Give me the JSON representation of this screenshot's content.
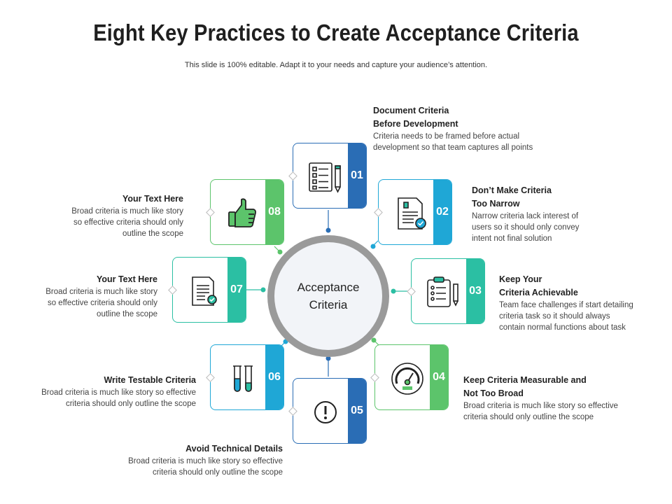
{
  "title": "Eight Key Practices to Create Acceptance Criteria",
  "subtitle": "This slide is 100% editable. Adapt it to your needs and capture your audience’s attention.",
  "center": {
    "line1": "Acceptance",
    "line2": "Criteria"
  },
  "colors": {
    "dark_blue": "#2a6db5",
    "light_blue": "#1fa7d6",
    "teal": "#2bbfa3",
    "green": "#5cc46b"
  },
  "items": [
    {
      "number": "01",
      "heading1": "Document Criteria",
      "heading2": "Before Development",
      "body1": "Criteria needs to be framed before actual",
      "body2": "development so that team captures all points",
      "body3": "",
      "icon": "checklist-document-icon"
    },
    {
      "number": "02",
      "heading1": "Don’t Make Criteria",
      "heading2": "Too Narrow",
      "body1": "Narrow criteria lack interest of",
      "body2": "users so it should only convey",
      "body3": "intent not final solution",
      "icon": "approved-document-icon"
    },
    {
      "number": "03",
      "heading1": "Keep Your",
      "heading2": "Criteria Achievable",
      "body1": "Team face challenges if start detailing",
      "body2": "criteria task so it should always",
      "body3": "contain normal functions about task",
      "icon": "clipboard-icon"
    },
    {
      "number": "04",
      "heading1": "Keep Criteria Measurable and",
      "heading2": "Not Too Broad",
      "body1": "Broad criteria is much like story so effective",
      "body2": "criteria should only outline the scope",
      "body3": "",
      "icon": "gauge-icon"
    },
    {
      "number": "05",
      "heading1": "Avoid Technical Details",
      "heading2": "",
      "body1": "Broad criteria is much like story so effective",
      "body2": "criteria should only outline the scope",
      "body3": "",
      "icon": "warning-icon"
    },
    {
      "number": "06",
      "heading1": "Write Testable Criteria",
      "heading2": "",
      "body1": "Broad criteria is much like story so effective",
      "body2": "criteria should only outline the scope",
      "body3": "",
      "icon": "test-tubes-icon"
    },
    {
      "number": "07",
      "heading1": "Your Text Here",
      "heading2": "",
      "body1": "Broad criteria is much like story",
      "body2": "so effective criteria should only",
      "body3": "outline the scope",
      "icon": "verified-document-icon"
    },
    {
      "number": "08",
      "heading1": "Your Text Here",
      "heading2": "",
      "body1": "Broad criteria is much like story",
      "body2": "so effective criteria should only",
      "body3": "outline the scope",
      "icon": "thumbs-up-icon"
    }
  ]
}
